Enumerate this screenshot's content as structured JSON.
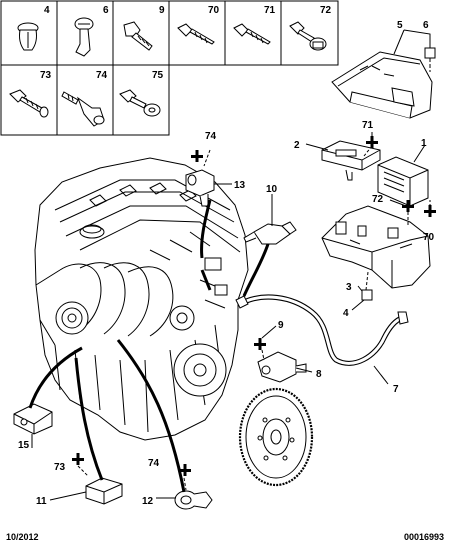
{
  "parts_table": {
    "cells": [
      {
        "ref": "4"
      },
      {
        "ref": "6"
      },
      {
        "ref": "9"
      },
      {
        "ref": "70"
      },
      {
        "ref": "71"
      },
      {
        "ref": "72"
      },
      {
        "ref": "73"
      },
      {
        "ref": "74"
      },
      {
        "ref": "75"
      }
    ]
  },
  "callouts": {
    "c1": "1",
    "c2": "2",
    "c3": "3",
    "c4": "4",
    "c5": "5",
    "c6": "6",
    "c7": "7",
    "c8": "8",
    "c9": "9",
    "c10": "10",
    "c11": "11",
    "c12": "12",
    "c13": "13",
    "c15": "15",
    "c70": "70",
    "c71": "71",
    "c72": "72",
    "c73": "73",
    "c74a": "74",
    "c74b": "74"
  },
  "footer": {
    "date": "10/2012",
    "ref": "00016993"
  },
  "colors": {
    "ink": "#000000",
    "background": "#ffffff",
    "hatch": "#5a5a5a"
  }
}
